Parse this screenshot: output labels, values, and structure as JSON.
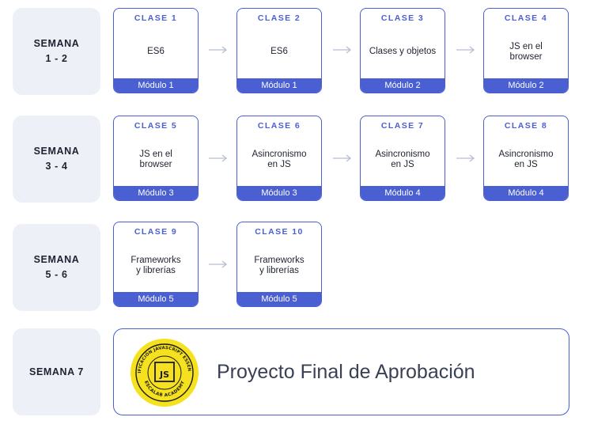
{
  "weeks": [
    {
      "line1": "SEMANA",
      "line2": "1 - 2"
    },
    {
      "line1": "SEMANA",
      "line2": "3 - 4"
    },
    {
      "line1": "SEMANA",
      "line2": "5 - 6"
    },
    {
      "line1": "SEMANA 7",
      "line2": ""
    }
  ],
  "classes": [
    {
      "label": "CLASE 1",
      "topic_lines": [
        "ES6"
      ],
      "module": "Módulo 1"
    },
    {
      "label": "CLASE 2",
      "topic_lines": [
        "ES6"
      ],
      "module": "Módulo 1"
    },
    {
      "label": "CLASE 3",
      "topic_lines": [
        "Clases y objetos"
      ],
      "module": "Módulo 2"
    },
    {
      "label": "CLASE 4",
      "topic_lines": [
        "JS en el",
        "browser"
      ],
      "module": "Módulo 2"
    },
    {
      "label": "CLASE 5",
      "topic_lines": [
        "JS en el",
        "browser"
      ],
      "module": "Módulo 3"
    },
    {
      "label": "CLASE 6",
      "topic_lines": [
        "Asincronismo",
        "en JS"
      ],
      "module": "Módulo 3"
    },
    {
      "label": "CLASE 7",
      "topic_lines": [
        "Asincronismo",
        "en JS"
      ],
      "module": "Módulo 4"
    },
    {
      "label": "CLASE 8",
      "topic_lines": [
        "Asincronismo",
        "en JS"
      ],
      "module": "Módulo 4"
    },
    {
      "label": "CLASE 9",
      "topic_lines": [
        "Frameworks",
        "y librerías"
      ],
      "module": "Módulo 5"
    },
    {
      "label": "CLASE 10",
      "topic_lines": [
        "Frameworks",
        "y librerías"
      ],
      "module": "Módulo 5"
    }
  ],
  "final_project": {
    "title": "Proyecto Final de Aprobación",
    "badge": {
      "arc_top": "CERTIFICACIÓN JAVASCRIPT ESSENTIALS",
      "arc_bottom": "ESCALAB ACADEMY",
      "center": "JS"
    }
  },
  "colors": {
    "accent": "#4a5fd2",
    "week_bg": "#eef0f8",
    "badge_yellow": "#f5e11d",
    "arrow": "#b8bdd2"
  }
}
